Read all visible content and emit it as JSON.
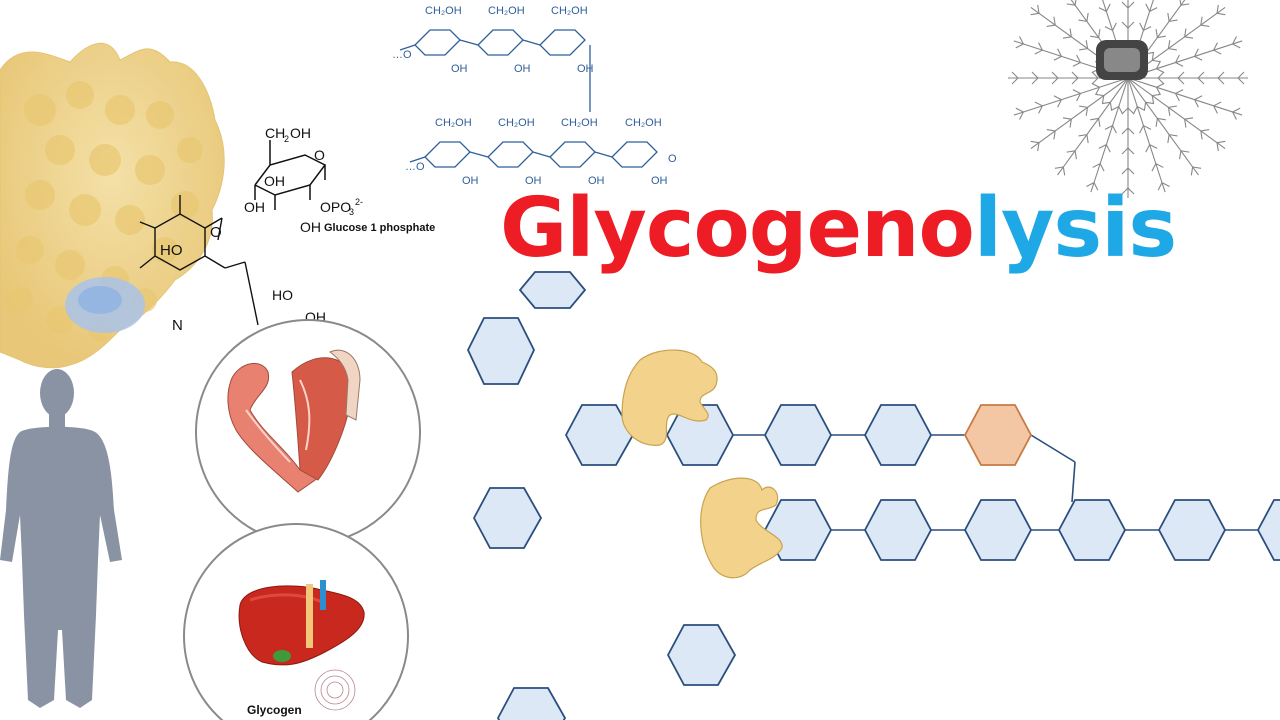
{
  "title": {
    "part1": "Glycogeno",
    "part2": "lysis",
    "color_part1": "#ee1c24",
    "color_part2": "#1fa8e6"
  },
  "molecule_label": "Glucose 1 phosphate",
  "liver_label": "Glycogen",
  "icons": [
    "enzyme-protein-surface",
    "human-silhouette",
    "arm-muscle-illustration",
    "liver-illustration",
    "glycogen-granule",
    "glycogen-chain-structure",
    "pyridoxal-phosphate-structure",
    "enzyme-blob"
  ],
  "colors": {
    "hexagon_fill": "#dce8f5",
    "hexagon_stroke": "#2a4e7e",
    "released_glucose_fill": "#f3c6a4",
    "released_glucose_stroke": "#c77a43",
    "enzyme_fill": "#f3d28c",
    "protein_fill": "#f0d79a",
    "chem_blue": "#2f5f9a"
  }
}
